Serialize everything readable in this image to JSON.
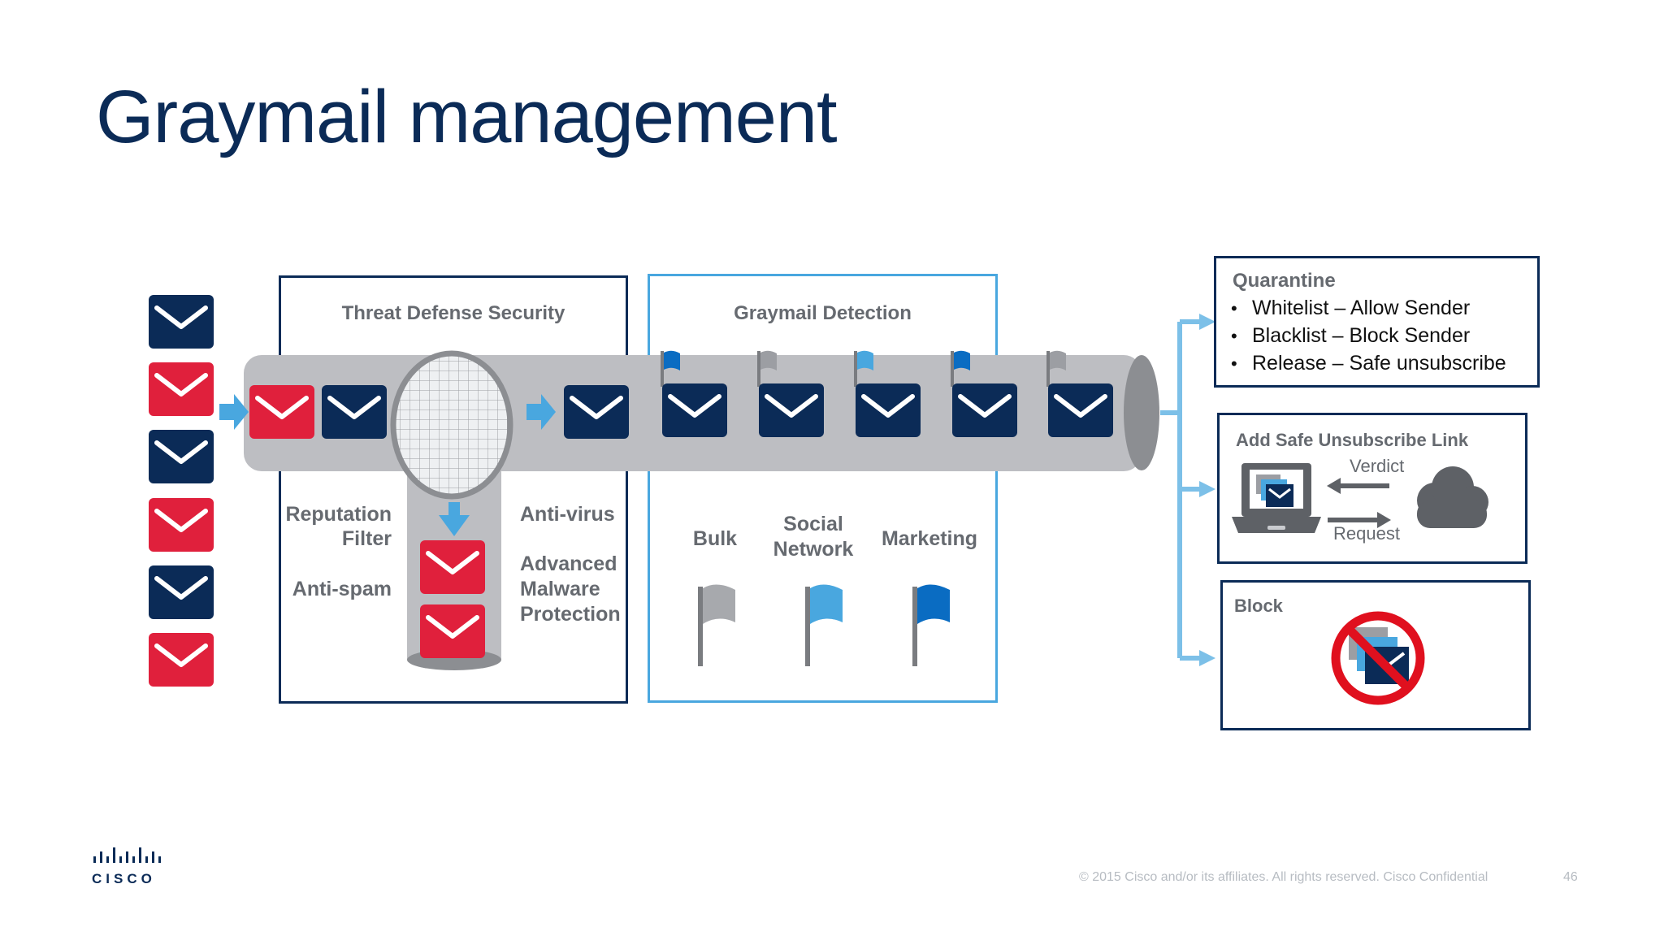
{
  "slide": {
    "title": "Graymail management",
    "footer_copyright": "© 2015 Cisco and/or its affiliates. All rights reserved. Cisco Confidential",
    "page_number": "46",
    "logo_text": "CISCO"
  },
  "threat_defense": {
    "title": "Threat Defense Security",
    "left_labels": [
      "Reputation",
      "Filter",
      "Anti-spam"
    ],
    "right_labels": [
      "Anti-virus",
      "Advanced",
      "Malware",
      "Protection"
    ]
  },
  "graymail_detection": {
    "title": "Graymail Detection",
    "categories": [
      {
        "label_lines": [
          "Bulk"
        ],
        "flag": "gray-flag-icon"
      },
      {
        "label_lines": [
          "Social",
          "Network"
        ],
        "flag": "light-blue-flag-icon"
      },
      {
        "label_lines": [
          "Marketing"
        ],
        "flag": "blue-flag-icon"
      }
    ]
  },
  "quarantine": {
    "title": "Quarantine",
    "items": [
      "Whitelist – Allow Sender",
      "Blacklist – Block Sender",
      "Release – Safe unsubscribe"
    ]
  },
  "unsubscribe": {
    "title": "Add Safe Unsubscribe Link",
    "verdict": "Verdict",
    "request": "Request"
  },
  "block": {
    "title": "Block"
  },
  "colors": {
    "navy": "#0b2b57",
    "red": "#e0203c",
    "light_blue": "#49a7df",
    "blue": "#0a6cc2",
    "gray": "#9c9ea3",
    "pipe": "#bdbec2"
  }
}
